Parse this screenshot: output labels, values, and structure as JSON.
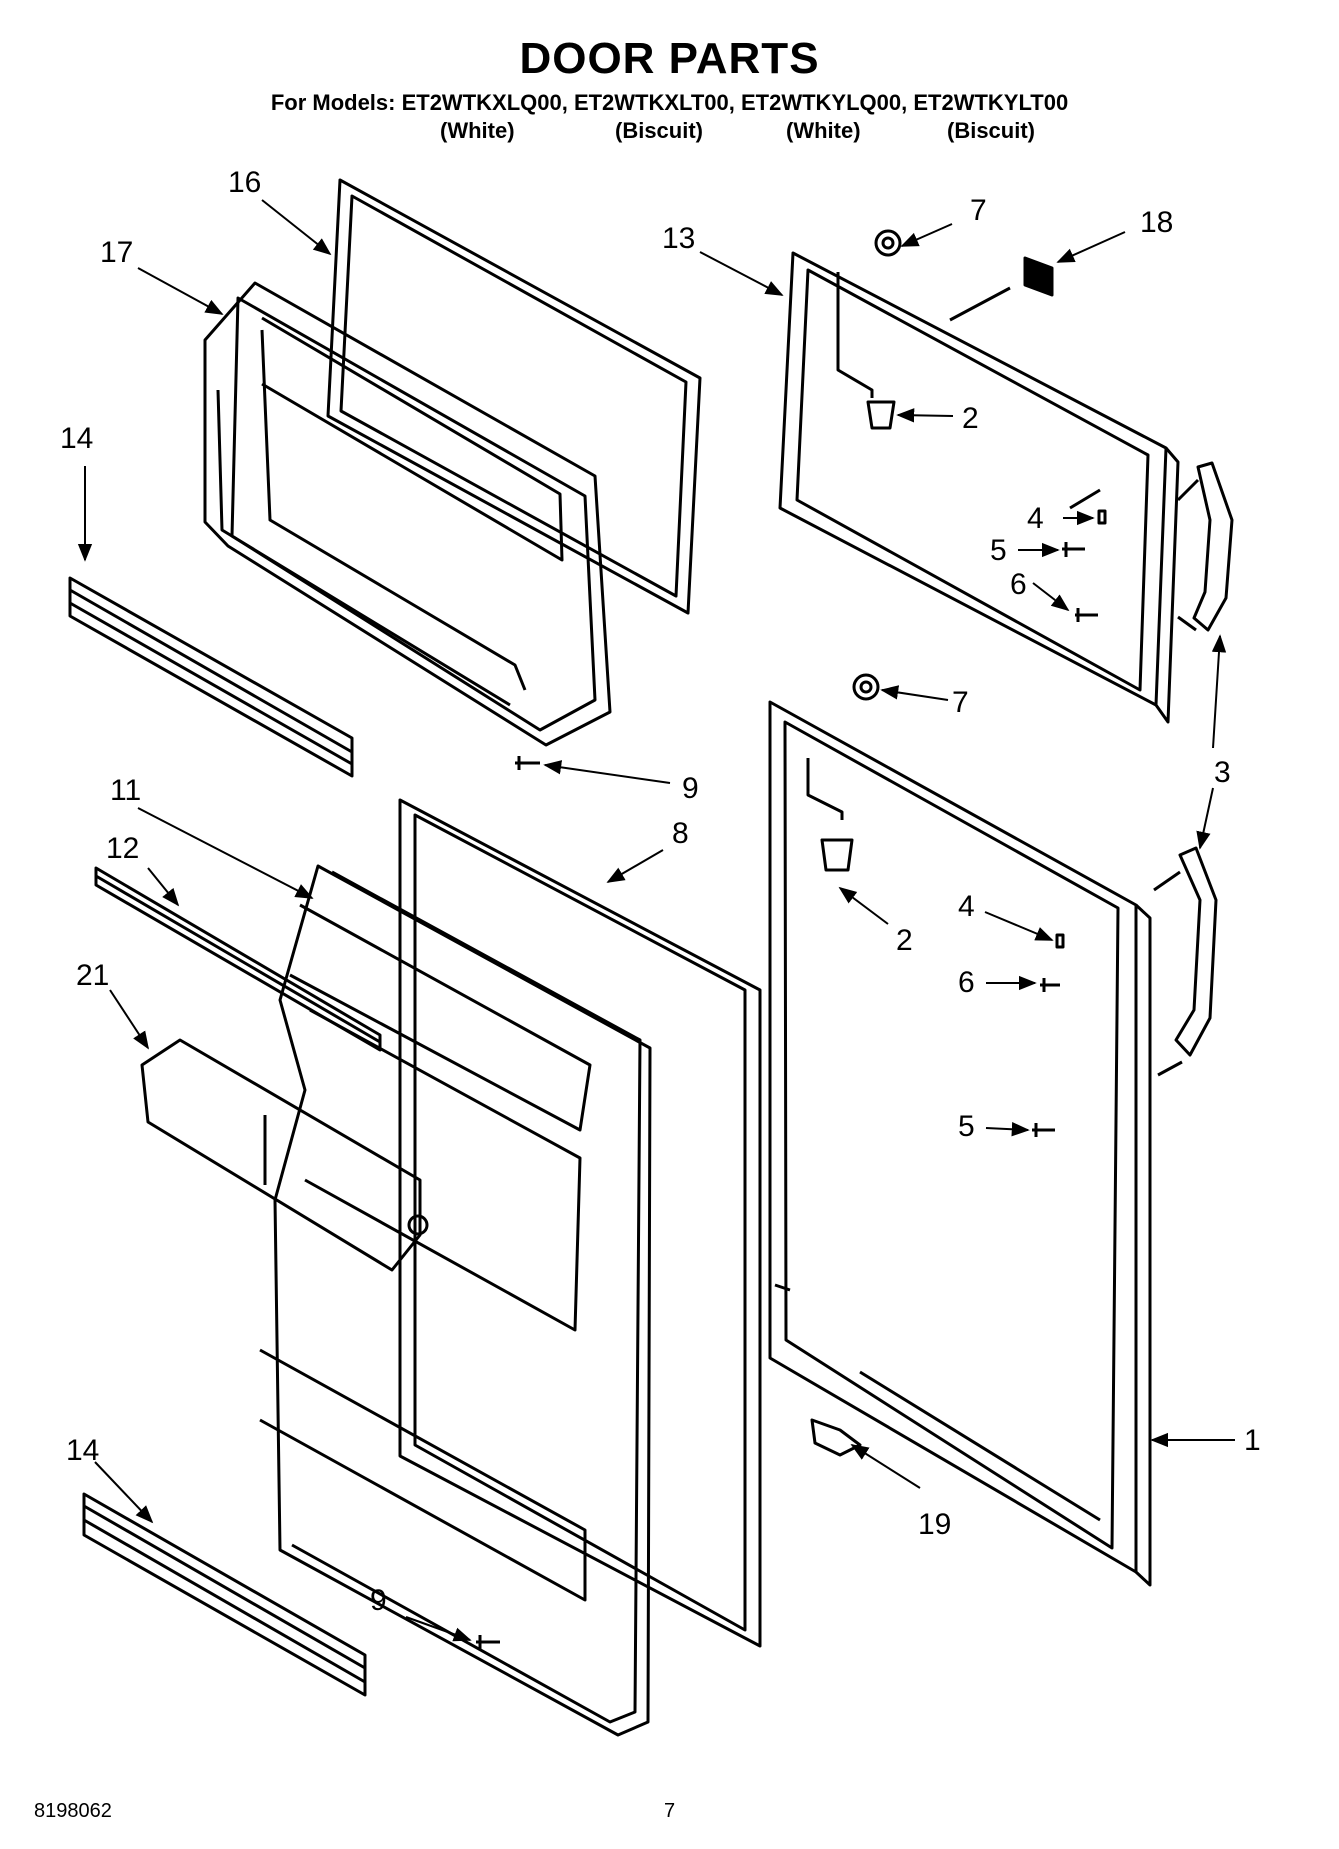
{
  "header": {
    "title": "DOOR PARTS",
    "subtitle": "For Models: ET2WTKXLQ00, ET2WTKXLT00, ET2WTKYLQ00, ET2WTKYLT00",
    "model_colors": [
      "(White)",
      "(Biscuit)",
      "(White)",
      "(Biscuit)"
    ]
  },
  "callouts": {
    "c16": "16",
    "c17": "17",
    "c14a": "14",
    "c13": "13",
    "c7a": "7",
    "c18": "18",
    "c2a": "2",
    "c4a": "4",
    "c5a": "5",
    "c6a": "6",
    "c9a": "9",
    "c7b": "7",
    "c3": "3",
    "c11": "11",
    "c12": "12",
    "c8": "8",
    "c2b": "2",
    "c4b": "4",
    "c6b": "6",
    "c21": "21",
    "c5b": "5",
    "c14b": "14",
    "c1": "1",
    "c19": "19",
    "c9b": "9"
  },
  "footer": {
    "doc_number": "8198062",
    "page_number": "7"
  }
}
